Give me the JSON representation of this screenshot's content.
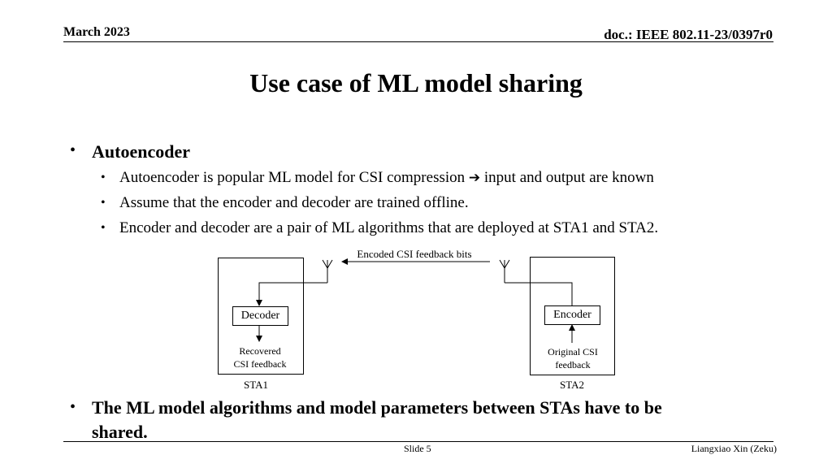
{
  "header": {
    "date": "March 2023",
    "doc_id": "doc.: IEEE 802.11-23/0397r0"
  },
  "title": "Use case of ML model sharing",
  "bullets": {
    "main1": "Autoencoder",
    "sub": [
      "Autoencoder is popular ML model for CSI compression",
      "input and output are known",
      "Assume that the encoder and decoder are trained offline.",
      "Encoder and decoder are a pair of ML algorithms that are deployed at STA1 and STA2."
    ],
    "main2_line1": "The ML model algorithms and model parameters between STAs have to be",
    "main2_line2": "shared."
  },
  "diagram": {
    "link_label": "Encoded CSI feedback bits",
    "sta1": {
      "name": "STA1",
      "block": "Decoder",
      "output_line1": "Recovered",
      "output_line2": "CSI feedback"
    },
    "sta2": {
      "name": "STA2",
      "block": "Encoder",
      "input_line1": "Original CSI",
      "input_line2": "feedback"
    }
  },
  "footer": {
    "slide": "Slide 5",
    "author": "Liangxiao Xin (Zeku)"
  }
}
